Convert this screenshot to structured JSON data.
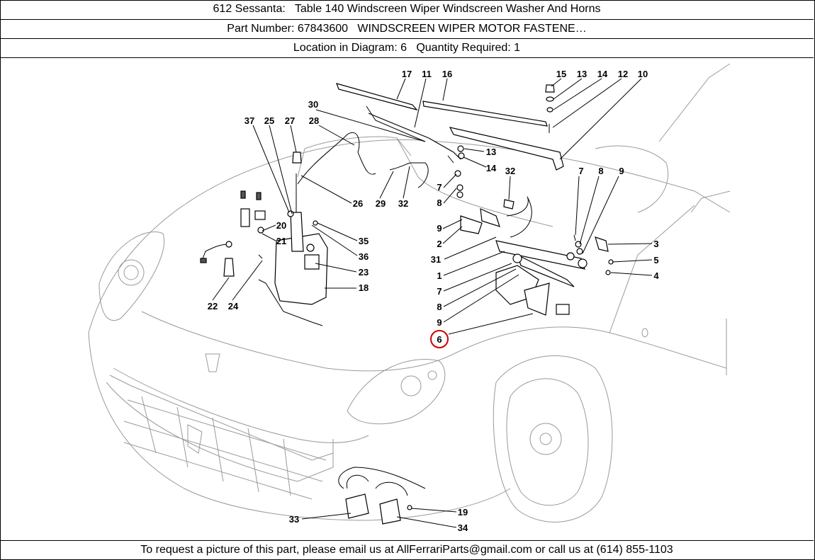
{
  "header": {
    "title": "612 Sessanta:   Table 140 Windscreen Wiper Windscreen Washer And Horns",
    "part_number": "Part Number: 67843600   WINDSCREEN WIPER MOTOR FASTENE…",
    "location": "Location in Diagram: 6   Quantity Required: 1"
  },
  "footer": {
    "text": "To request a picture of this part, please email us at AllFerrariParts@gmail.com or call us at (614) 855-1103"
  },
  "diagram": {
    "highlight_color": "#cc0000",
    "highlighted_callout": "6",
    "callouts": {
      "c17": "17",
      "c11": "11",
      "c16": "16",
      "c15": "15",
      "c13a": "13",
      "c14a": "14",
      "c12": "12",
      "c10": "10",
      "c30": "30",
      "c37": "37",
      "c25": "25",
      "c27": "27",
      "c28": "28",
      "c13b": "13",
      "c14b": "14",
      "c32a": "32",
      "c7a": "7",
      "c8a": "8",
      "c9a": "9",
      "c26": "26",
      "c29": "29",
      "c32b": "32",
      "c7b": "7",
      "c8b": "8",
      "c20": "20",
      "c21": "21",
      "c35": "35",
      "c36": "36",
      "c23": "23",
      "c18": "18",
      "c22": "22",
      "c24": "24",
      "c9b": "9",
      "c2": "2",
      "c31": "31",
      "c1": "1",
      "c7c": "7",
      "c8c": "8",
      "c9c": "9",
      "c6": "6",
      "c3": "3",
      "c5": "5",
      "c4": "4",
      "c19": "19",
      "c33": "33",
      "c34": "34"
    }
  }
}
